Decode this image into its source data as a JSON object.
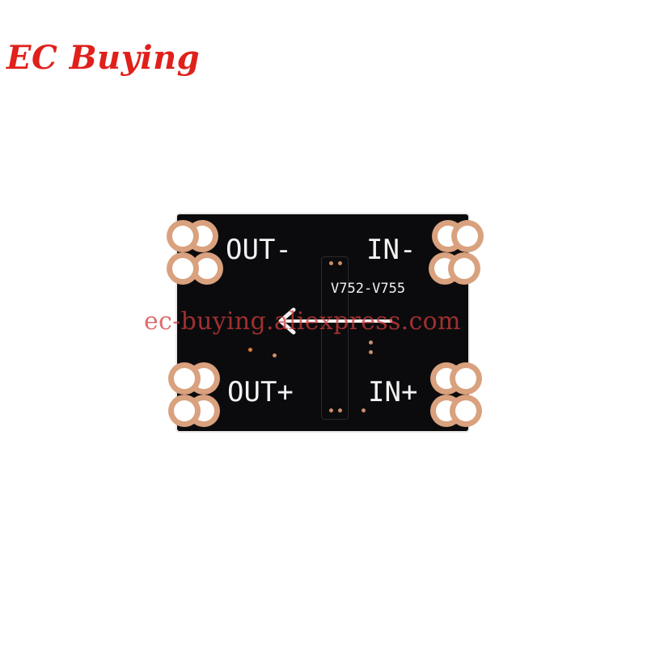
{
  "brand": {
    "logo_text": "EC Buying",
    "color": "#e0201b"
  },
  "board": {
    "labels": {
      "out_minus": "OUT-",
      "in_minus": "IN-",
      "out_plus": "OUT+",
      "in_plus": "IN+",
      "part_number": "V752-V755"
    },
    "arrow_icon": "left-arrow-icon",
    "pcb_color": "#0b0b0d",
    "pad_color": "#d9a17e"
  },
  "watermark": {
    "text": "ec-buying.aliexpress.com"
  }
}
